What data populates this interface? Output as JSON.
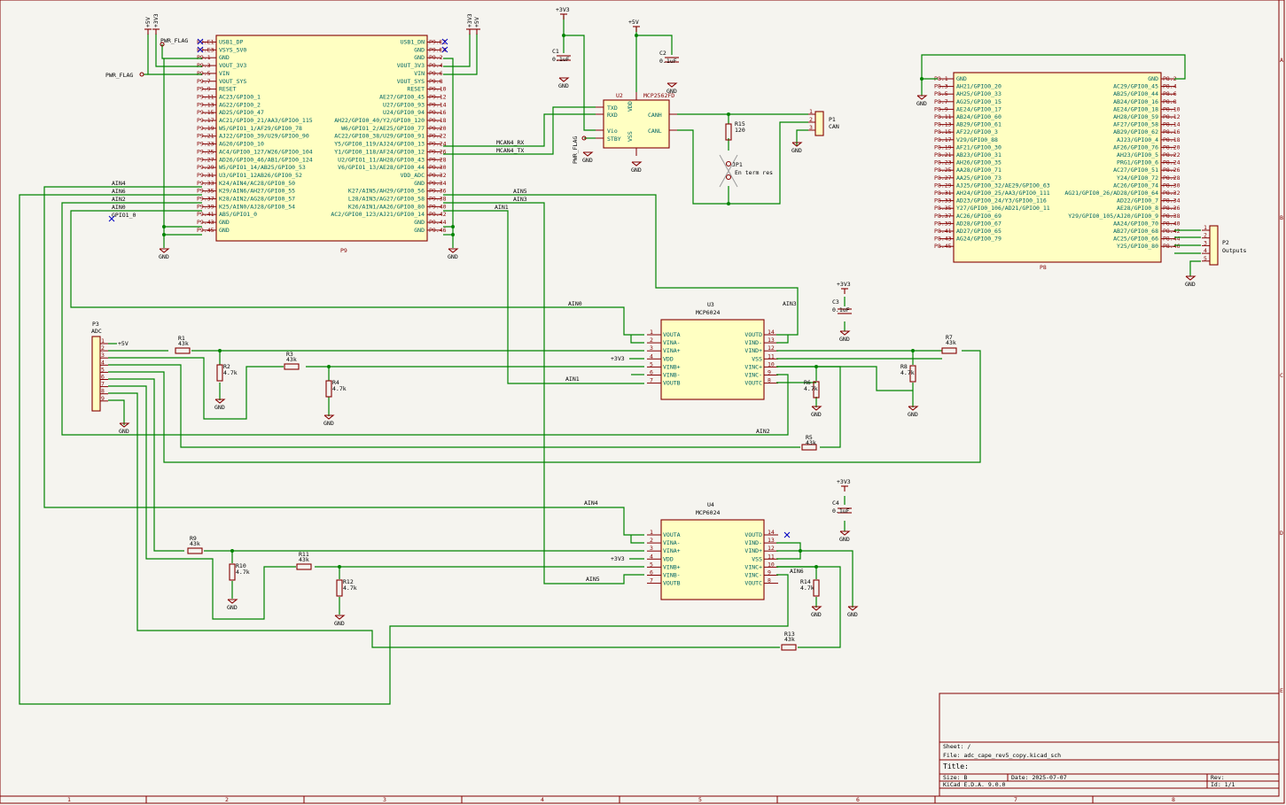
{
  "sheet_border": {
    "top_cols": [
      "1",
      "2",
      "3",
      "4",
      "5",
      "6",
      "7",
      "8"
    ],
    "side_rows": [
      "A",
      "B",
      "C",
      "D",
      "E"
    ]
  },
  "title_block": {
    "sheet": "Sheet: /",
    "file": "File: adc_cape_rev5_copy.kicad_sch",
    "title": "Title:",
    "size": "Size: B",
    "date": "Date: 2025-07-07",
    "rev": "Rev:",
    "tool": "KiCad E.D.A. 9.0.0",
    "id": "Id: 1/1"
  },
  "p9": {
    "ref": "P9",
    "left_pins": [
      "P9.E1",
      "P9.E3",
      "P9.1",
      "P9.3",
      "P9.5",
      "P9.7",
      "P9.9",
      "P9.11",
      "P9.13",
      "P9.15",
      "P9.17",
      "P9.19",
      "P9.21",
      "P9.23",
      "P9.25",
      "P9.27",
      "P9.29",
      "P9.31",
      "P9.33",
      "P9.35",
      "P9.37",
      "P9.39",
      "P9.41",
      "P9.43",
      "P9.45"
    ],
    "left_names": [
      "USB1_DP",
      "VSYS_5V0",
      "GND",
      "VOUT_3V3",
      "VIN",
      "VOUT_SYS",
      "RESET",
      "AC23/GPIO0_1",
      "AG22/GPIO0_2",
      "AD25/GPIO0_47",
      "AC21/GPIO0_21/AA3/GPIO0_115",
      "W5/GPIO1_1/AF29/GPIO0_78",
      "AJ22/GPIO0_39/U29/GPIO0_90",
      "AG20/GPIO0_10",
      "AC4/GPIO0_127/W26/GPIO0_104",
      "AD26/GPIO0_46/AB1/GPIO0_124",
      "W5/GPIO1_14/AB25/GPIO0_53",
      "U3/GPIO1_12AB26/GPIO0_52",
      "K24/AIN4/AC28/GPIO0_50",
      "K29/AIN6/AH27/GPIO0_55",
      "K28/AIN2/AG28/GPIO0_57",
      "K25/AIN0/AJ28/GPIO0_54",
      "AB5/GPIO1_0",
      "GND",
      "GND"
    ],
    "right_pins": [
      "P9.E2",
      "P9.E4",
      "P9.2",
      "P9.4",
      "P9.6",
      "P9.8",
      "P9.10",
      "P9.12",
      "P9.14",
      "P9.16",
      "P9.18",
      "P9.20",
      "P9.22",
      "P9.24",
      "P9.26",
      "P9.28",
      "P9.30",
      "P9.32",
      "P9.34",
      "P9.36",
      "P9.38",
      "P9.40",
      "P9.42",
      "P9.44",
      "P9.46"
    ],
    "right_names": [
      "USB1_DN",
      "GND",
      "GND",
      "VOUT_3V3",
      "VIN",
      "VOUT_SYS",
      "RESET",
      "AE27/GPIO0_45",
      "U27/GPIO0_93",
      "U24/GPIO0_94",
      "AH22/GPIO0_40/Y2/GPIO0_120",
      "W6/GPIO1_2/AE25/GPIO0_77",
      "AC22/GPIO0_38/U29/GPIO0_91",
      "Y5/GPIO0_119/AJ24/GPIO0_13",
      "Y1/GPIO0_118/AF24/GPIO0_12",
      "U2/GPIO1_11/AH28/GPIO0_43",
      "V6/GPIO1_13/AE28/GPIO0_44",
      "VDD_ADC",
      "GND",
      "K27/AIN5/AH29/GPIO0_56",
      "L28/AIN3/AG27/GPIO0_58",
      "K26/AIN1/AA26/GPIO0_80",
      "AC2/GPIO0_123/AJ21/GPIO0_14",
      "GND",
      "GND"
    ]
  },
  "p8": {
    "ref": "P8",
    "left_pins": [
      "P8.1",
      "P8.3",
      "P8.5",
      "P8.7",
      "P8.9",
      "P8.11",
      "P8.13",
      "P8.15",
      "P8.17",
      "P8.19",
      "P8.21",
      "P8.23",
      "P8.25",
      "P8.27",
      "P8.29",
      "P8.31",
      "P8.33",
      "P8.35",
      "P8.37",
      "P8.39",
      "P8.41",
      "P8.43",
      "P8.45"
    ],
    "left_names": [
      "GND",
      "AH21/GPIO0_20",
      "AH25/GPIO0_33",
      "AG25/GPIO0_15",
      "AE24/GPIO0_17",
      "AB24/GPIO0_60",
      "AB29/GPIO0_61",
      "AF22/GPIO0_3",
      "V29/GPIO0_88",
      "AF21/GPIO0_30",
      "AB23/GPIO0_31",
      "AH26/GPIO0_35",
      "AA28/GPIO0_71",
      "AA25/GPIO0_73",
      "AJ25/GPIO0_32/AE29/GPIO0_63",
      "AH24/GPIO0_25/AA3/GPIO0_111",
      "AD23/GPIO0_24/Y3/GPIO0_116",
      "Y27/GPIO0_106/AD21/GPIO0_11",
      "AC26/GPIO0_69",
      "AD28/GPIO0_67",
      "AD27/GPIO0_65",
      "AG24/GPIO0_79",
      ""
    ],
    "right_pins": [
      "P8.2",
      "P8.4",
      "P8.6",
      "P8.8",
      "P8.10",
      "P8.12",
      "P8.14",
      "P8.16",
      "P8.18",
      "P8.20",
      "P8.22",
      "P8.24",
      "P8.26",
      "P8.28",
      "P8.30",
      "P8.32",
      "P8.34",
      "P8.36",
      "P8.38",
      "P8.40",
      "P8.42",
      "P8.44",
      "P8.46"
    ],
    "right_names": [
      "GND",
      "AC29/GPIO0_45",
      "AB25/GPIO0_44",
      "AB24/GPIO0_16",
      "AE24/GPIO0_18",
      "AH28/GPIO0_59",
      "AF27/GPIO0_58",
      "AB29/GPIO0_62",
      "AJ23/GPIO0_4",
      "AF26/GPIO0_76",
      "AH23/GPIO0_5",
      "PRG1/GPIO0_6",
      "AC27/GPIO0_51",
      "Y24/GPIO0_72",
      "AC26/GPIO0_74",
      "AG21/GPIO0_26/AD28/GPIO0_64",
      "AD22/GPIO0_7",
      "AE28/GPIO0_8",
      "Y29/GPIO0_105/AJ20/GPIO0_9",
      "AA24/GPIO0_70",
      "AB27/GPIO0_68",
      "AC25/GPIO0_66",
      "Y25/GPIO0_80"
    ]
  },
  "mcp2562": {
    "ref": "U2",
    "value": "MCP2562FD",
    "pins_left": [
      "TXD",
      "RXD",
      "Vio",
      "STBY"
    ],
    "pins_right": [
      "CANH",
      "CANL"
    ],
    "top": "VDD",
    "bottom": "VSS"
  },
  "u3": {
    "ref": "U3",
    "value": "MCP6024",
    "left": [
      "VOUTA",
      "VINA-",
      "VINA+",
      "VDD",
      "VINB+",
      "VINB-",
      "VOUTB"
    ],
    "right": [
      "VOUTD",
      "VIND-",
      "VIND+",
      "VSS",
      "VINC+",
      "VINC-",
      "VOUTC"
    ],
    "lnum": [
      "1",
      "2",
      "3",
      "4",
      "5",
      "6",
      "7"
    ],
    "rnum": [
      "14",
      "13",
      "12",
      "11",
      "10",
      "9",
      "8"
    ]
  },
  "u4": {
    "ref": "U4",
    "value": "MCP6024",
    "left": [
      "VOUTA",
      "VINA-",
      "VINA+",
      "VDD",
      "VINB+",
      "VINB-",
      "VOUTB"
    ],
    "right": [
      "VOUTD",
      "VIND-",
      "VIND+",
      "VSS",
      "VINC+",
      "VINC-",
      "VOUTC"
    ],
    "lnum": [
      "1",
      "2",
      "3",
      "4",
      "5",
      "6",
      "7"
    ],
    "rnum": [
      "14",
      "13",
      "12",
      "11",
      "10",
      "9",
      "8"
    ]
  },
  "p3": {
    "ref": "P3",
    "value": "ADC",
    "pins": [
      "1",
      "2",
      "3",
      "4",
      "5",
      "6",
      "7",
      "8",
      "9"
    ]
  },
  "p1": {
    "ref": "P1",
    "value": "CAN",
    "pins": [
      "1",
      "2",
      "3"
    ]
  },
  "p2": {
    "ref": "P2",
    "value": "Outputs",
    "pins": [
      "1",
      "2",
      "3",
      "4",
      "5"
    ]
  },
  "parts": {
    "R1": {
      "ref": "R1",
      "val": "43k"
    },
    "R2": {
      "ref": "R2",
      "val": "4.7k"
    },
    "R3": {
      "ref": "R3",
      "val": "43k"
    },
    "R4": {
      "ref": "R4",
      "val": "4.7k"
    },
    "R5": {
      "ref": "R5",
      "val": "43k"
    },
    "R6": {
      "ref": "R6",
      "val": "4.7k"
    },
    "R7": {
      "ref": "R7",
      "val": "43k"
    },
    "R8": {
      "ref": "R8",
      "val": "4.7k"
    },
    "R9": {
      "ref": "R9",
      "val": "43k"
    },
    "R10": {
      "ref": "R10",
      "val": "4.7k"
    },
    "R11": {
      "ref": "R11",
      "val": "43k"
    },
    "R12": {
      "ref": "R12",
      "val": "4.7k"
    },
    "R13": {
      "ref": "R13",
      "val": "43k"
    },
    "R14": {
      "ref": "R14",
      "val": "4.7k"
    },
    "R15": {
      "ref": "R15",
      "val": "120"
    },
    "C1": {
      "ref": "C1",
      "val": "0.1uF"
    },
    "C2": {
      "ref": "C2",
      "val": "0.1uF"
    },
    "C3": {
      "ref": "C3",
      "val": "0.1uF"
    },
    "C4": {
      "ref": "C4",
      "val": "0.1uF"
    },
    "JP1": {
      "ref": "JP1",
      "val": "En term res"
    }
  },
  "nets": {
    "gnd": "GND",
    "v5": "+5V",
    "v33": "+3V3",
    "pwr": "PWR_FLAG",
    "ain0": "AIN0",
    "ain1": "AIN1",
    "ain2": "AIN2",
    "ain3": "AIN3",
    "ain4": "AIN4",
    "ain5": "AIN5",
    "ain6": "AIN6",
    "gpio": "GPIO1_0",
    "rx": "MCAN4_RX",
    "tx": "MCAN4_TX"
  }
}
